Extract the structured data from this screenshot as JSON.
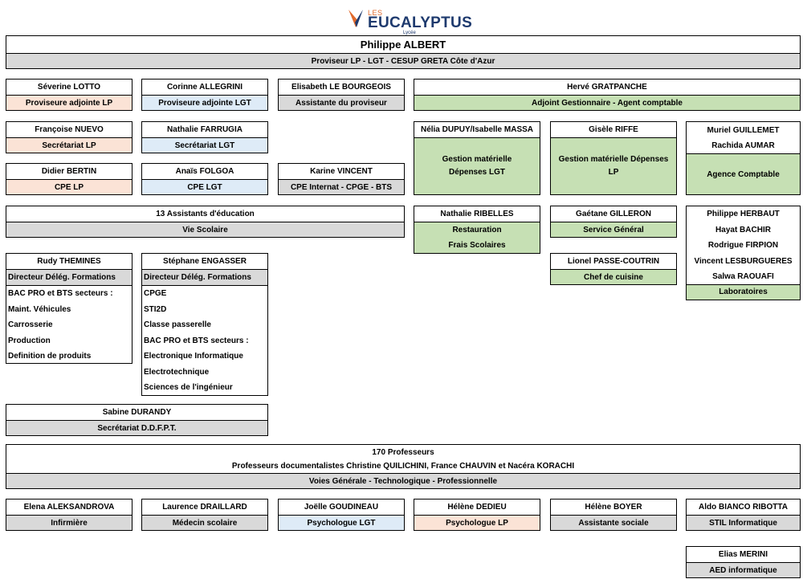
{
  "logo": {
    "les": "LES",
    "name": "EUCALYPTUS",
    "sub": "Lycée"
  },
  "colors": {
    "gray": "#d9d9d9",
    "pink": "#fbe3d6",
    "blue": "#deebf7",
    "green": "#c6e0b4",
    "logo_orange": "#e0692b",
    "logo_navy": "#1e3a6e"
  },
  "head": {
    "name": "Philippe ALBERT",
    "role": "Proviseur LP - LGT - CESUP GRETA Côte d'Azur"
  },
  "row1": {
    "lotto": {
      "name": "Séverine LOTTO",
      "role": "Proviseure adjointe LP"
    },
    "allegrini": {
      "name": "Corinne ALLEGRINI",
      "role": "Proviseure adjointe LGT"
    },
    "lebourgeois": {
      "name": "Elisabeth LE BOURGEOIS",
      "role": "Assistante du proviseur"
    },
    "gratpanche": {
      "name": "Hervé GRATPANCHE",
      "role": "Adjoint Gestionnaire - Agent comptable"
    }
  },
  "row2": {
    "nuevo": {
      "name": "Françoise NUEVO",
      "role": "Secrétariat LP"
    },
    "farrugia": {
      "name": "Nathalie FARRUGIA",
      "role": "Secrétariat LGT"
    },
    "dupuy": {
      "name": "Nélia DUPUY/Isabelle MASSA",
      "role": "Gestion matérielle Dépenses LGT"
    },
    "riffe": {
      "name": "Gisèle RIFFE",
      "role": "Gestion matérielle Dépenses LP"
    },
    "guillemet": {
      "name1": "Muriel GUILLEMET",
      "name2": "Rachida AUMAR",
      "role": "Agence Comptable"
    }
  },
  "row3": {
    "bertin": {
      "name": "Didier BERTIN",
      "role": "CPE LP"
    },
    "folgoa": {
      "name": "Anaïs FOLGOA",
      "role": "CPE LGT"
    },
    "vincent": {
      "name": "Karine VINCENT",
      "role": "CPE Internat - CPGE - BTS"
    }
  },
  "row4": {
    "assistants": {
      "name": "13 Assistants d'éducation",
      "role": "Vie Scolaire"
    },
    "ribelles": {
      "name": "Nathalie RIBELLES",
      "role1": "Restauration",
      "role2": "Frais Scolaires"
    },
    "gilleron": {
      "name": "Gaétane GILLERON",
      "role": "Service Général"
    },
    "labo": {
      "names": [
        "Philippe HERBAUT",
        "Hayat BACHIR",
        "Rodrigue FIRPION",
        "Vincent LESBURGUERES",
        "Salwa RAOUAFI"
      ],
      "role": "Laboratoires"
    },
    "passe": {
      "name": "Lionel PASSE-COUTRIN",
      "role": "Chef de cuisine"
    }
  },
  "formations": {
    "themines": {
      "name": "Rudy THEMINES",
      "role": "Directeur Délég. Formations",
      "items": [
        "BAC PRO et BTS secteurs :",
        "Maint. Véhicules",
        "Carrosserie",
        "Production",
        "Definition de produits"
      ]
    },
    "engasser": {
      "name": "Stéphane ENGASSER",
      "role": "Directeur Délég. Formations",
      "items": [
        "CPGE",
        "STI2D",
        "Classe passerelle",
        "BAC PRO et BTS secteurs :",
        "Electronique Informatique",
        "Electrotechnique",
        "Sciences de l'ingénieur"
      ]
    }
  },
  "durandy": {
    "name": "Sabine DURANDY",
    "role": "Secrétariat D.D.F.P.T."
  },
  "profs": {
    "line1": "170 Professeurs",
    "line2": "Professeurs documentalistes Christine QUILICHINI, France CHAUVIN et Nacéra KORACHI",
    "role": "Voies Générale - Technologique - Professionnelle"
  },
  "bottom": {
    "aleksandrova": {
      "name": "Elena ALEKSANDROVA",
      "role": "Infirmière"
    },
    "draillard": {
      "name": "Laurence DRAILLARD",
      "role": "Médecin scolaire"
    },
    "goudineau": {
      "name": "Joëlle GOUDINEAU",
      "role": "Psychologue LGT"
    },
    "dedieu": {
      "name": "Hélène DEDIEU",
      "role": "Psychologue LP"
    },
    "boyer": {
      "name": "Hélène BOYER",
      "role": "Assistante sociale"
    },
    "bianco": {
      "name": "Aldo BIANCO RIBOTTA",
      "role": "STIL Informatique"
    }
  },
  "merini": {
    "name": "Elias MERINI",
    "role": "AED informatique"
  }
}
